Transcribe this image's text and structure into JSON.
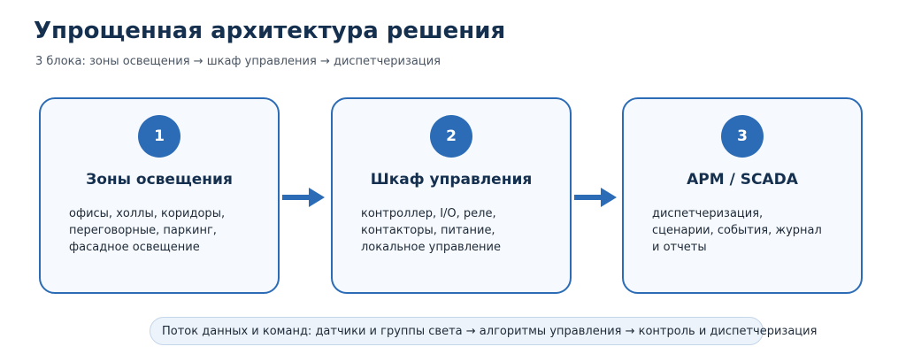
{
  "title": "Упрощенная архитектура решения",
  "subtitle": "3 блока: зоны освещения → шкаф управления → диспетчеризация",
  "blocks": [
    {
      "number": "1",
      "title": "Зоны освещения",
      "lines": [
        "офисы, холлы, коридоры,",
        "переговорные, паркинг,",
        "фасадное освещение"
      ]
    },
    {
      "number": "2",
      "title": "Шкаф управления",
      "lines": [
        "контроллер, I/O, реле,",
        "контакторы, питание,",
        "локальное управление"
      ]
    },
    {
      "number": "3",
      "title": "АРМ / SCADA",
      "lines": [
        "диспетчеризация,",
        "сценарии, события, журнал",
        "и отчеты"
      ]
    }
  ],
  "flow_note": "Поток данных и команд: датчики и группы света → алгоритмы управления → контроль и диспетчеризация",
  "colors": {
    "accent": "#2c6cb6",
    "title": "#15304f",
    "block_bg": "#f6f9fd",
    "note_bg": "#edf3fa"
  },
  "icons": [
    "arrow-right-icon",
    "arrow-right-icon"
  ]
}
